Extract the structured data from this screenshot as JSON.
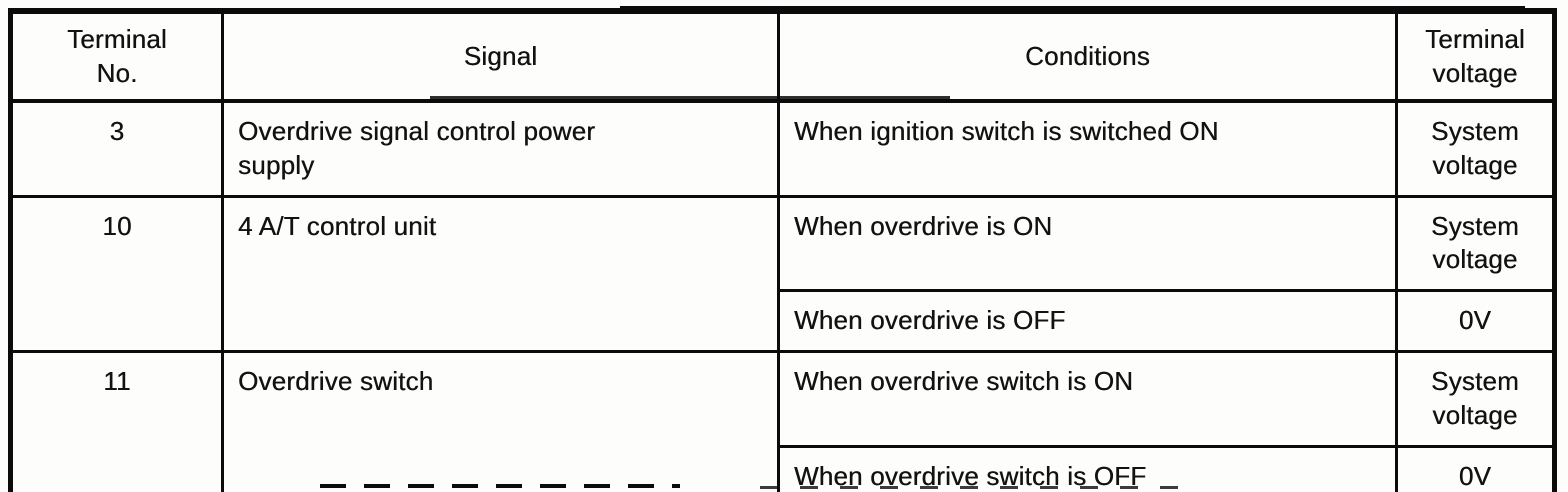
{
  "colors": {
    "ink": "#0b0b0b",
    "paper": "#fdfdfb"
  },
  "table": {
    "headers": {
      "terminal_no": "Terminal No.",
      "signal": "Signal",
      "conditions": "Conditions",
      "terminal_voltage": "Terminal voltage"
    },
    "rows": [
      {
        "terminal_no": "3",
        "signal": "Overdrive signal control power supply",
        "conditions": [
          {
            "condition": "When ignition switch is switched ON",
            "voltage": "System voltage"
          }
        ]
      },
      {
        "terminal_no": "10",
        "signal": "4 A/T control unit",
        "conditions": [
          {
            "condition": "When overdrive is ON",
            "voltage": "System voltage"
          },
          {
            "condition": "When overdrive is OFF",
            "voltage": "0V"
          }
        ]
      },
      {
        "terminal_no": "11",
        "signal": "Overdrive switch",
        "conditions": [
          {
            "condition": "When overdrive switch is ON",
            "voltage": "System voltage"
          },
          {
            "condition": "When overdrive switch is OFF",
            "voltage": "0V"
          }
        ]
      }
    ]
  }
}
